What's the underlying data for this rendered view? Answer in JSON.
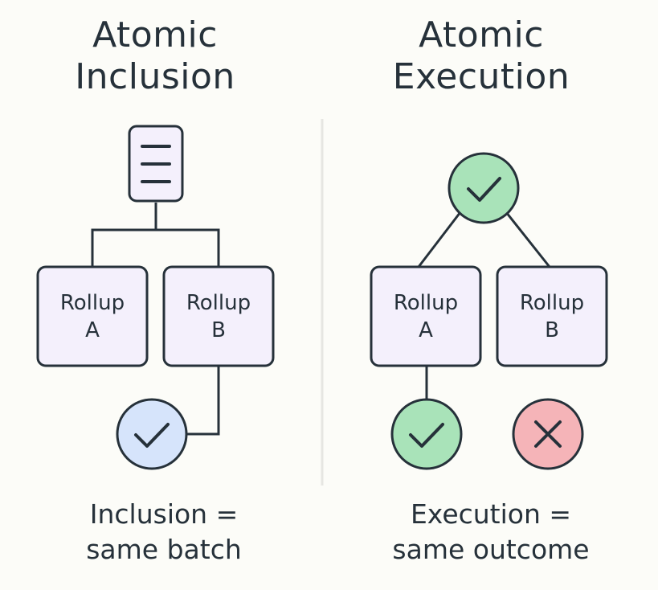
{
  "left": {
    "title_line1": "Atomic",
    "title_line2": "Inclusion",
    "box_a": {
      "line1": "Rollup",
      "line2": "A"
    },
    "box_b": {
      "line1": "Rollup",
      "line2": "B"
    },
    "caption_line1": "Inclusion =",
    "caption_line2": "same batch",
    "root_icon": "document-lines-icon",
    "result_icon": "check-icon",
    "result_color": "#d6e4fb"
  },
  "right": {
    "title_line1": "Atomic",
    "title_line2": "Execution",
    "box_a": {
      "line1": "Rollup",
      "line2": "A"
    },
    "box_b": {
      "line1": "Rollup",
      "line2": "B"
    },
    "caption_line1": "Execution =",
    "caption_line2": "same outcome",
    "root_icon": "check-icon",
    "root_color": "#a9e3b9",
    "success_icon": "check-icon",
    "success_color": "#a9e3b9",
    "failure_icon": "x-icon",
    "failure_color": "#f5b4b8"
  },
  "colors": {
    "box_fill": "#f4f0fc",
    "stroke": "#26313a",
    "background": "#fcfcf8",
    "divider": "#e6e6e2"
  }
}
